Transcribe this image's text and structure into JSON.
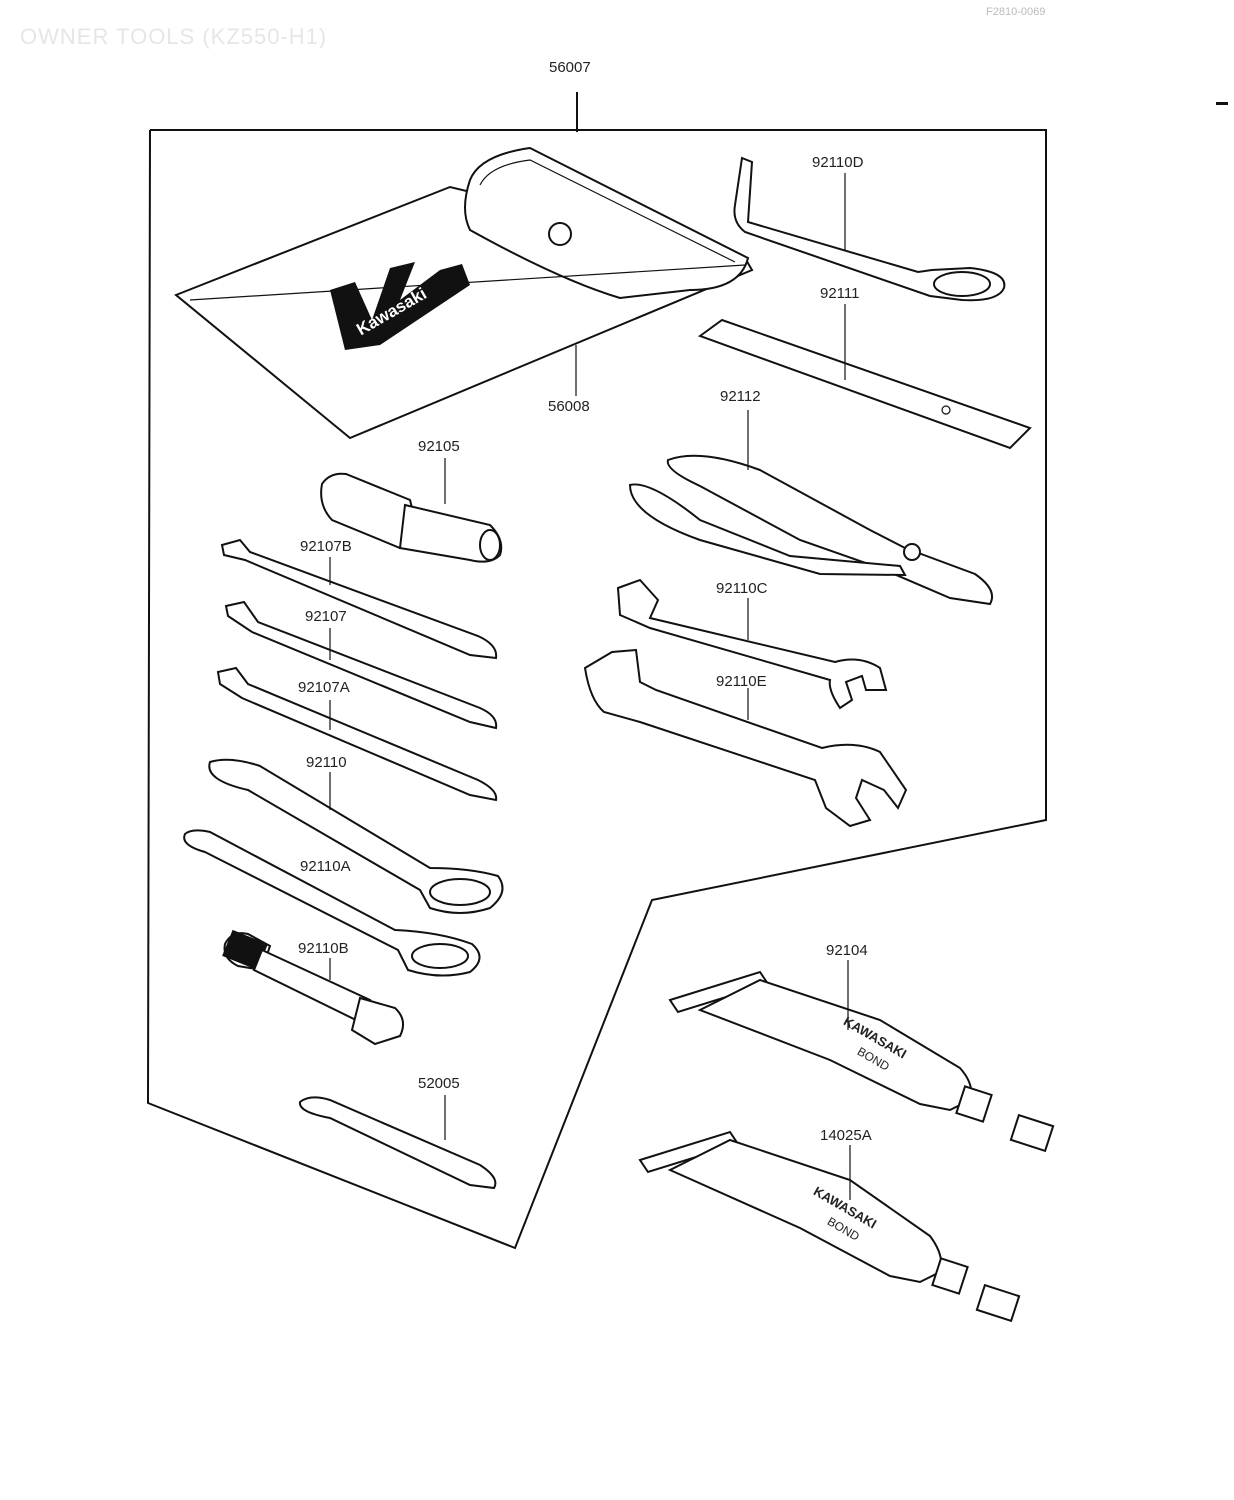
{
  "title": "OWNER TOOLS (KZ550-H1)",
  "ref_code": "F2810-0069",
  "logo_text": "Kawasaki",
  "tube_label": [
    "KAWASAKI",
    "BOND"
  ],
  "parts": [
    {
      "id": "p56007",
      "label": "56007"
    },
    {
      "id": "p56008",
      "label": "56008"
    },
    {
      "id": "p92110D",
      "label": "92110D"
    },
    {
      "id": "p92111",
      "label": "92111"
    },
    {
      "id": "p92112",
      "label": "92112"
    },
    {
      "id": "p92105",
      "label": "92105"
    },
    {
      "id": "p92107B",
      "label": "92107B"
    },
    {
      "id": "p92107",
      "label": "92107"
    },
    {
      "id": "p92107A",
      "label": "92107A"
    },
    {
      "id": "p92110C",
      "label": "92110C"
    },
    {
      "id": "p92110E",
      "label": "92110E"
    },
    {
      "id": "p92110",
      "label": "92110"
    },
    {
      "id": "p92110A",
      "label": "92110A"
    },
    {
      "id": "p92110B",
      "label": "92110B"
    },
    {
      "id": "p92104",
      "label": "92104"
    },
    {
      "id": "p52005",
      "label": "52005"
    },
    {
      "id": "p14025A",
      "label": "14025A"
    }
  ]
}
